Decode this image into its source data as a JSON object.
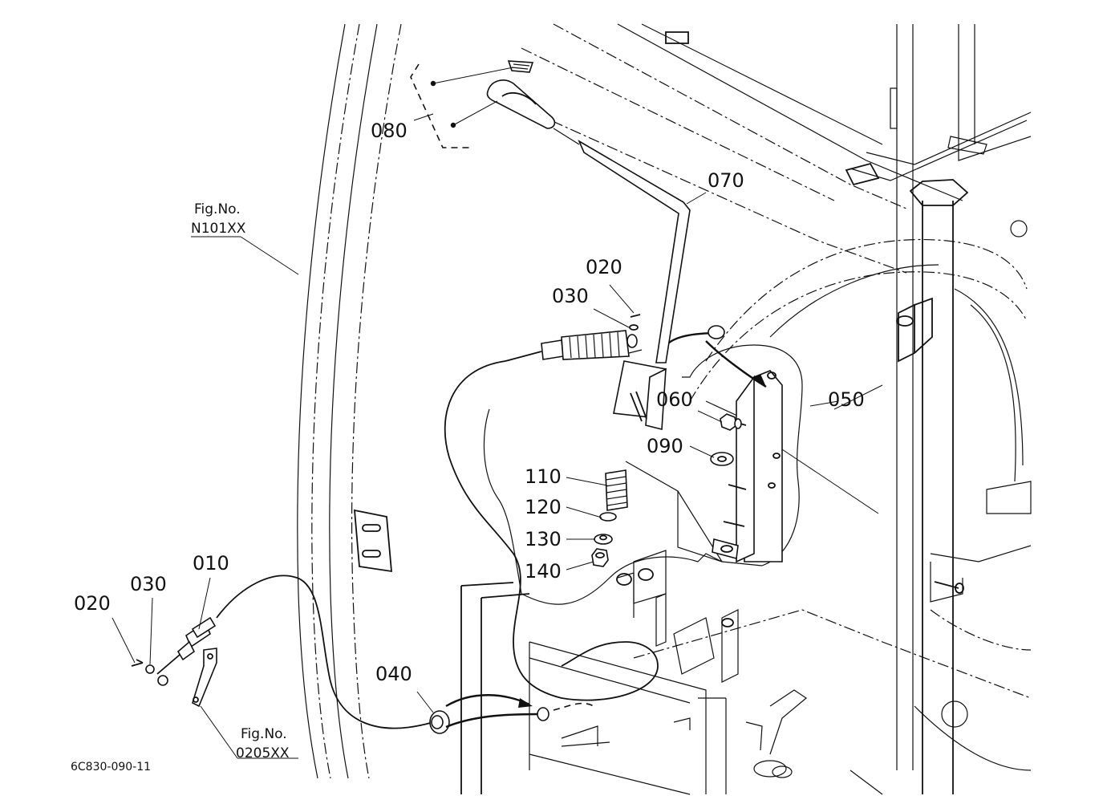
{
  "drawing_id": "6C830-090-11",
  "part_labels": {
    "p080": "080",
    "p070": "070",
    "p020_top": "020",
    "p030_top": "030",
    "p050": "050",
    "p060": "060",
    "p090": "090",
    "p110": "110",
    "p120": "120",
    "p130": "130",
    "p140": "140",
    "p010": "010",
    "p020_left": "020",
    "p030_left": "030",
    "p040": "040"
  },
  "fig_refs": {
    "ref1_line1": "Fig.No.",
    "ref1_line2": "N101XX",
    "ref2_line1": "Fig.No.",
    "ref2_line2": "0205XX"
  }
}
